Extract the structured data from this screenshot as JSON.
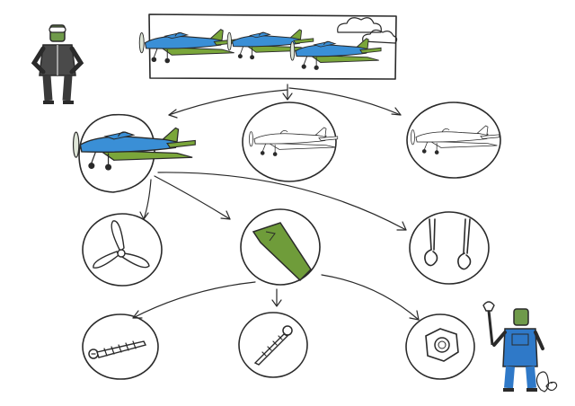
{
  "colors": {
    "ink": "#2a2a2a",
    "plane_blue": "#3a8fd6",
    "plane_green": "#7aa63a",
    "wing_green": "#6f9c3a",
    "pilot_jacket": "#4a4a4a",
    "pilot_skin": "#6f9a4a",
    "mechanic_overalls": "#2f79c8",
    "mechanic_skin": "#6f9a4a",
    "paper": "#ffffff"
  },
  "nodes": {
    "fleet": {
      "icons": [
        "airplane-icon",
        "airplane-icon",
        "airplane-icon",
        "cloud-icon"
      ]
    },
    "plane_instance": {
      "icon": "airplane-icon",
      "state": "colored"
    },
    "plane_template_a": {
      "icon": "airplane-icon",
      "state": "outline"
    },
    "plane_template_b": {
      "icon": "airplane-icon",
      "state": "outline"
    },
    "part_propeller": {
      "icon": "propeller-icon"
    },
    "part_wing": {
      "icon": "wing-icon"
    },
    "part_hooks": {
      "icon": "hooks-icon"
    },
    "part_screw_long": {
      "icon": "screw-icon"
    },
    "part_screw_short": {
      "icon": "screw-icon"
    },
    "part_nut": {
      "icon": "hex-nut-icon"
    }
  },
  "characters": {
    "pilot": {
      "icon": "pilot-icon"
    },
    "mechanic": {
      "icon": "mechanic-icon",
      "tool": "wrench-icon"
    },
    "squirrel": {
      "icon": "squirrel-icon"
    }
  }
}
